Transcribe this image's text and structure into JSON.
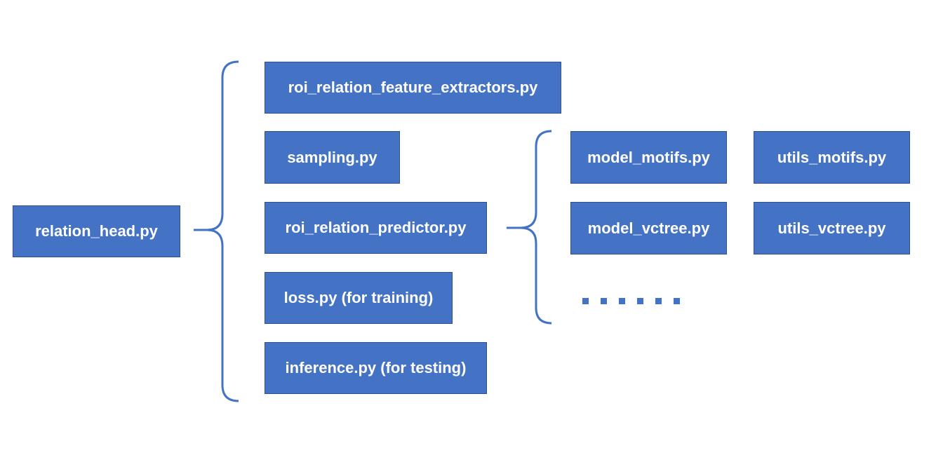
{
  "root": {
    "label": "relation_head.py"
  },
  "children": [
    {
      "label": "roi_relation_feature_extractors.py"
    },
    {
      "label": "sampling.py"
    },
    {
      "label": "roi_relation_predictor.py"
    },
    {
      "label": "loss.py (for training)"
    },
    {
      "label": "inference.py (for testing)"
    }
  ],
  "predictors": {
    "models": [
      {
        "label": "model_motifs.py"
      },
      {
        "label": "model_vctree.py"
      }
    ],
    "utils": [
      {
        "label": "utils_motifs.py"
      },
      {
        "label": "utils_vctree.py"
      }
    ],
    "ellipsis_count": 6
  },
  "colors": {
    "box_fill": "#4472c4",
    "box_border": "#2f528f",
    "brace": "#4472c4",
    "text": "#ffffff"
  }
}
